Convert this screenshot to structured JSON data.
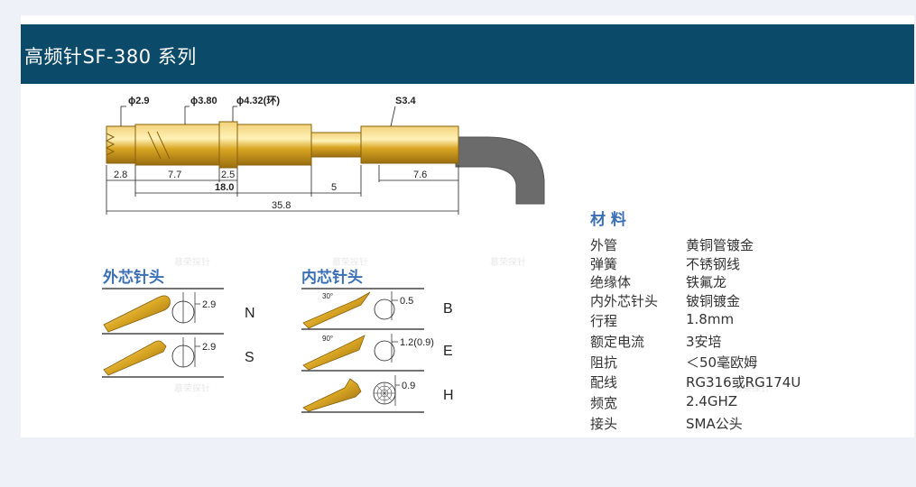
{
  "header": {
    "title": "高频针SF-380 系列"
  },
  "watermark": {
    "text": "慕荣探针"
  },
  "diagram": {
    "dims_top": [
      "ϕ2.9",
      "ϕ3.80",
      "ϕ4.32(环)",
      "S3.4"
    ],
    "dims_bottom": [
      "2.8",
      "7.7",
      "2.5",
      "18.0",
      "5",
      "7.6",
      "35.8"
    ]
  },
  "outer_tips": {
    "title": "外芯针头",
    "items": [
      {
        "dim": "2.9",
        "code": "N"
      },
      {
        "dim": "2.9",
        "code": "S"
      }
    ]
  },
  "inner_tips": {
    "title": "内芯针头",
    "items": [
      {
        "angle": "30°",
        "dim": "0.5",
        "code": "B"
      },
      {
        "angle": "90°",
        "dim": "1.2(0.9)",
        "code": "E"
      },
      {
        "angle": "",
        "dim": "0.9",
        "code": "H"
      }
    ]
  },
  "materials": {
    "title": "材 料",
    "rows": [
      {
        "key": "外管",
        "value": "黄铜管镀金"
      },
      {
        "key": "弹簧",
        "value": "不锈钢线"
      },
      {
        "key": "绝缘体",
        "value": "铁氟龙"
      },
      {
        "key": "内外芯针头",
        "value": "铍铜镀金"
      },
      {
        "key": "行程",
        "value": "1.8mm"
      },
      {
        "key": "额定电流",
        "value": "3安培"
      },
      {
        "key": "阻抗",
        "value": "＜50毫欧姆"
      },
      {
        "key": "配线",
        "value": "RG316或RG174U"
      },
      {
        "key": "频宽",
        "value": "2.4GHZ"
      },
      {
        "key": "接头",
        "value": "SMA公头"
      }
    ]
  },
  "colors": {
    "header_bg": "#0c4a6a",
    "accent": "#3a6fb6",
    "gold": "#d9a623",
    "cable": "#6b6b6b"
  }
}
